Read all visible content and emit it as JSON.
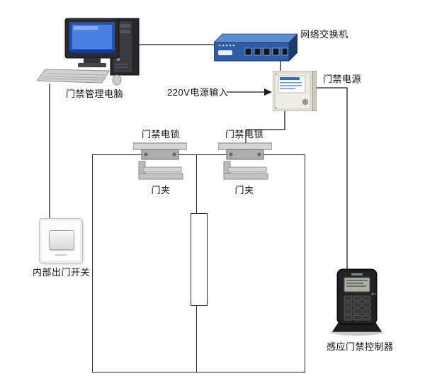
{
  "diagram": {
    "labels": {
      "computer": "门禁管理电脑",
      "network_switch": "网络交换机",
      "power_input": "220V电源输入",
      "access_power": "门禁电源",
      "electric_lock": "门禁电锁",
      "door_clamp": "门夹",
      "exit_button": "内部出门开关",
      "controller": "感应门禁控制器"
    },
    "colors": {
      "background": "#ffffff",
      "wire": "#1a1a1a",
      "switch_body": "#2e5ca6",
      "psu_body": "#efede4",
      "controller_body": "#181818",
      "lock_metal": "#c0c0c0",
      "monitor_screen_blue": "#2050b8"
    }
  }
}
